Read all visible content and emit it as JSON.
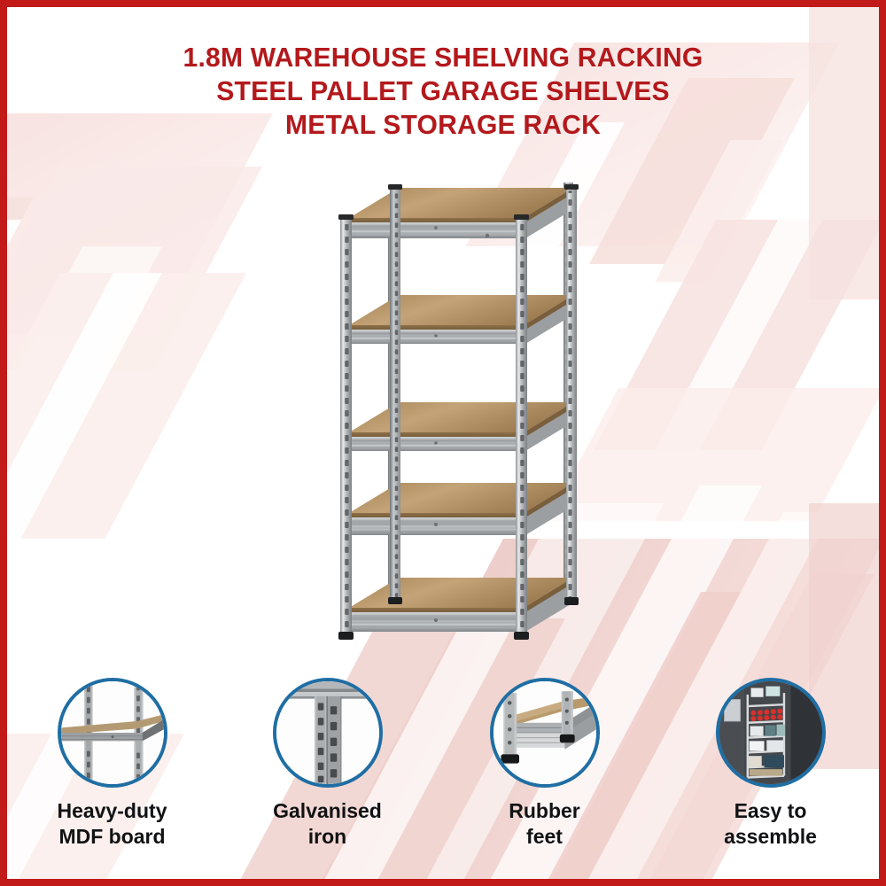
{
  "frame": {
    "border_color": "#c21a18",
    "background_color": "#ffffff"
  },
  "title": {
    "lines": [
      "1.8M WAREHOUSE SHELVING RACKING",
      "STEEL PALLET GARAGE SHELVES",
      "METAL STORAGE RACK"
    ],
    "color": "#b3191c"
  },
  "hero": {
    "name": "5-tier galvanised steel shelving unit",
    "shelf_count": 5,
    "post_color": "#b9bcbd",
    "board_color": "#b08e5f"
  },
  "features": [
    {
      "icon": "shelf-board-closeup-icon",
      "caption": "Heavy-duty\nMDF board",
      "ring_color": "#1f6ea4"
    },
    {
      "icon": "galvanised-post-closeup-icon",
      "caption": "Galvanised\niron",
      "ring_color": "#1f6ea4"
    },
    {
      "icon": "rubber-foot-closeup-icon",
      "caption": "Rubber\nfeet",
      "ring_color": "#1f6ea4"
    },
    {
      "icon": "assembled-shelf-room-icon",
      "caption": "Easy to\nassemble",
      "ring_color": "#1f6ea4"
    }
  ],
  "background": {
    "style": "diagonal-bands",
    "band_colors": [
      "#f9e9e7",
      "#f3d8d5",
      "#edcac6",
      "#fdf4f3",
      "#ffffff"
    ],
    "angle_deg": -28
  }
}
